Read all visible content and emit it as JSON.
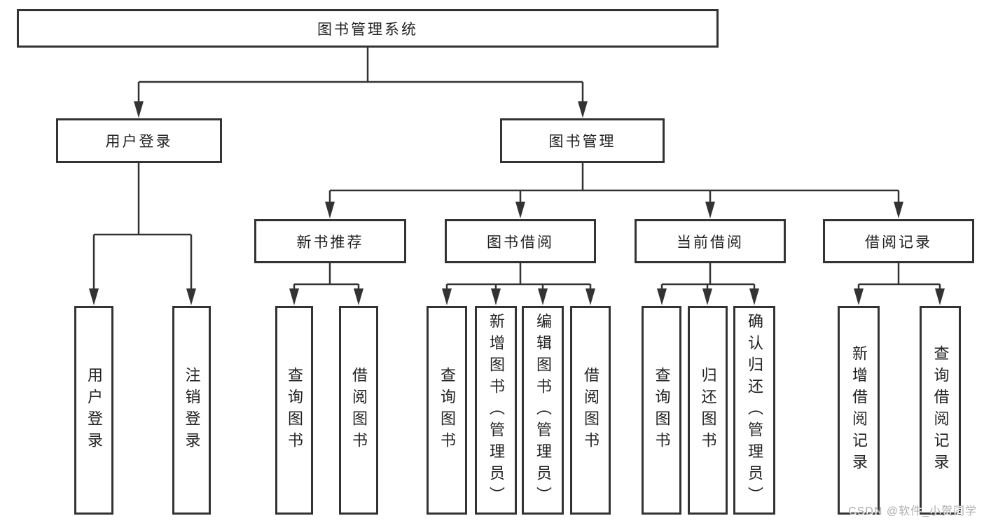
{
  "tree": {
    "root": "图书管理系统",
    "branches": [
      {
        "label": "用户登录",
        "children": [
          {
            "label": "用户登录"
          },
          {
            "label": "注销登录"
          }
        ]
      },
      {
        "label": "图书管理",
        "children": [
          {
            "label": "新书推荐",
            "children": [
              {
                "label": "查询图书"
              },
              {
                "label": "借阅图书"
              }
            ]
          },
          {
            "label": "图书借阅",
            "children": [
              {
                "label": "查询图书"
              },
              {
                "label": "新增图书（管理员）"
              },
              {
                "label": "编辑图书（管理员）"
              },
              {
                "label": "借阅图书"
              }
            ]
          },
          {
            "label": "当前借阅",
            "children": [
              {
                "label": "查询图书"
              },
              {
                "label": "归还图书"
              },
              {
                "label": "确认归还（管理员）"
              }
            ]
          },
          {
            "label": "借阅记录",
            "children": [
              {
                "label": "新增借阅记录"
              },
              {
                "label": "查询借阅记录"
              }
            ]
          }
        ]
      }
    ]
  },
  "watermark": "CSDN @软件_小贺同学",
  "colors": {
    "line": "#333333",
    "box_border": "#333333",
    "box_fill": "#ffffff",
    "text": "#222222",
    "watermark": "#aeaeae",
    "background": "#ffffff"
  }
}
